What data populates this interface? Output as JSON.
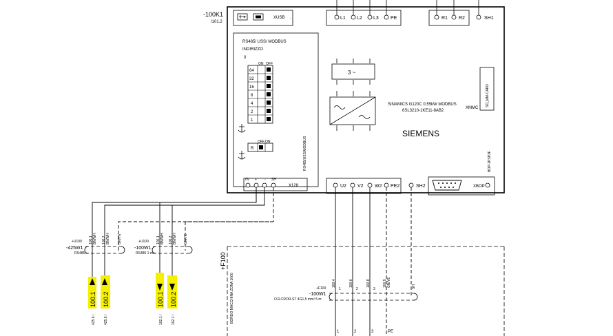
{
  "device": {
    "tag": "-100K1",
    "page_ref": "/101.2",
    "model_line1": "SINAMICS G120C 0,55kW MODBUS",
    "model_line2": "6SL3210-1KE11-8AB2",
    "brand": "SIEMENS",
    "xmmc": "XMMC",
    "sd_card": "SD_MM-CARD",
    "bop_label": "BOP-2PSP3F"
  },
  "top_terminals": {
    "xusb": "XUSB",
    "power": [
      "L1",
      "L2",
      "L3",
      "PE"
    ],
    "relay": [
      "R1",
      "R2"
    ],
    "sh1": "SH1"
  },
  "bus_config": {
    "title": "RS485/ USS/ MODBUS",
    "addr_label": "INDIRIZZO",
    "addr_value": "0",
    "on_label": "ON",
    "off_label": "OFF",
    "bits": [
      "64",
      "32",
      "16",
      "8",
      "4",
      "2",
      "1"
    ],
    "term_off": "OFF",
    "term_on": "ON",
    "term_r": "R",
    "vertical_label": "RS485/USS/MODBUS",
    "symbol": "3 ~"
  },
  "bottom_terminals": {
    "x128_pins": [
      "0V",
      "+",
      "-",
      "SH"
    ],
    "x128": "X128",
    "motor": [
      "U2",
      "V2",
      "W2",
      "PE2"
    ],
    "sh2": "SH2",
    "xbop": "XBOP"
  },
  "cables": [
    {
      "ref": "+U100",
      "tag": "-425W1",
      "type": "RS485",
      "wires": [
        "100.1",
        "100.2",
        "GN/YE"
      ],
      "colors": [
        "BN/WH",
        "BN/WH",
        ""
      ]
    },
    {
      "ref": "+U100",
      "tag": "-100W1",
      "type": "RS485 1 m",
      "wires": [
        "100.1",
        "100.2",
        "GN/YE"
      ],
      "colors": [
        "BN/WH",
        "BN/WH",
        ""
      ]
    }
  ],
  "arrows": [
    {
      "label": "100.1",
      "ref": "425.6 /"
    },
    {
      "label": "100.2",
      "ref": "425.5 /"
    },
    {
      "label": "100.1",
      "ref": "102.1 /"
    },
    {
      "label": "100.2",
      "ref": "102.1 /"
    }
  ],
  "motor_cable": {
    "ref": "+F100",
    "tag": "-100W1",
    "spec": "O.R.FROR-ST 4G1,5 mm² 5 m",
    "wires": [
      "100.4",
      "100.6",
      "100.8",
      "100.9",
      "SH"
    ],
    "colors": [
      "1",
      "2",
      "3",
      "GN/YE",
      ""
    ],
    "ends": [
      "1",
      "2",
      "3",
      "PE"
    ]
  },
  "zone": {
    "ref": "+F100",
    "label": "BORDO MACCHINA ZONA 1000"
  }
}
